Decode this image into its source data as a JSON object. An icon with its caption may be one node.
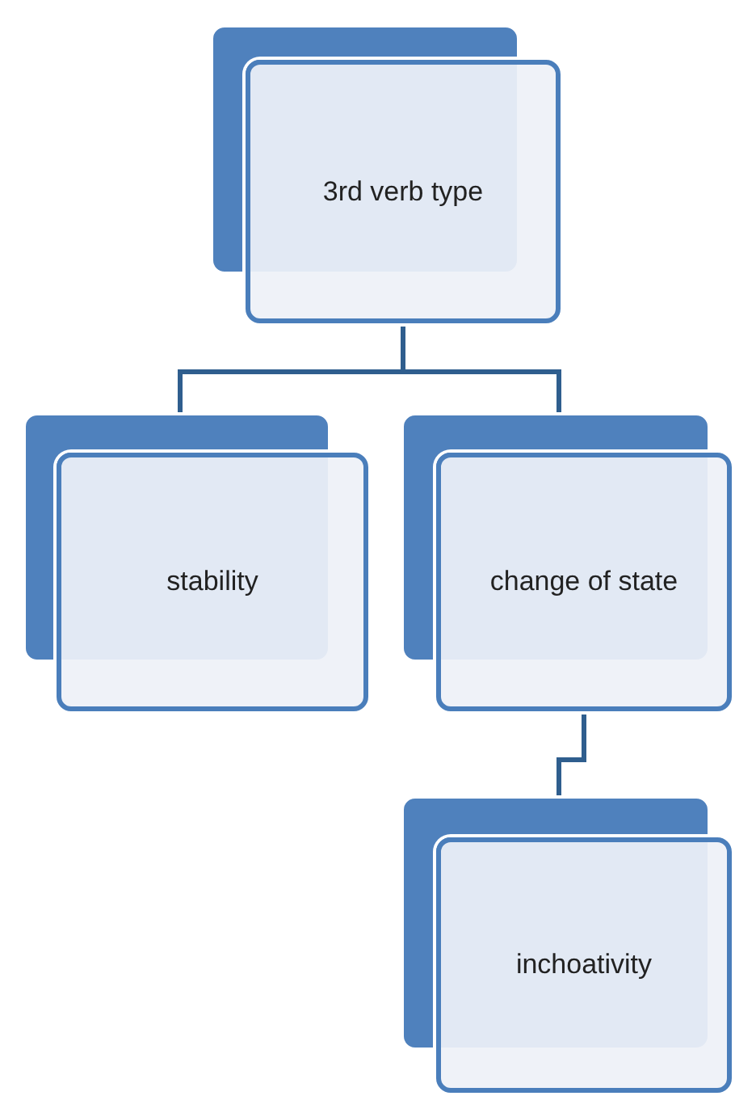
{
  "diagram": {
    "nodes": [
      {
        "text": [
          "3rd verb type"
        ]
      },
      {
        "text": [
          "stability"
        ]
      },
      {
        "text": [
          "change of state"
        ]
      },
      {
        "text": [
          "inchoativity"
        ]
      }
    ],
    "edges": [
      {
        "from": 0,
        "to": 1,
        "arrow": "none"
      },
      {
        "from": 0,
        "to": 2,
        "arrow": "none"
      },
      {
        "from": 2,
        "to": 3,
        "arrow": "none"
      }
    ]
  }
}
